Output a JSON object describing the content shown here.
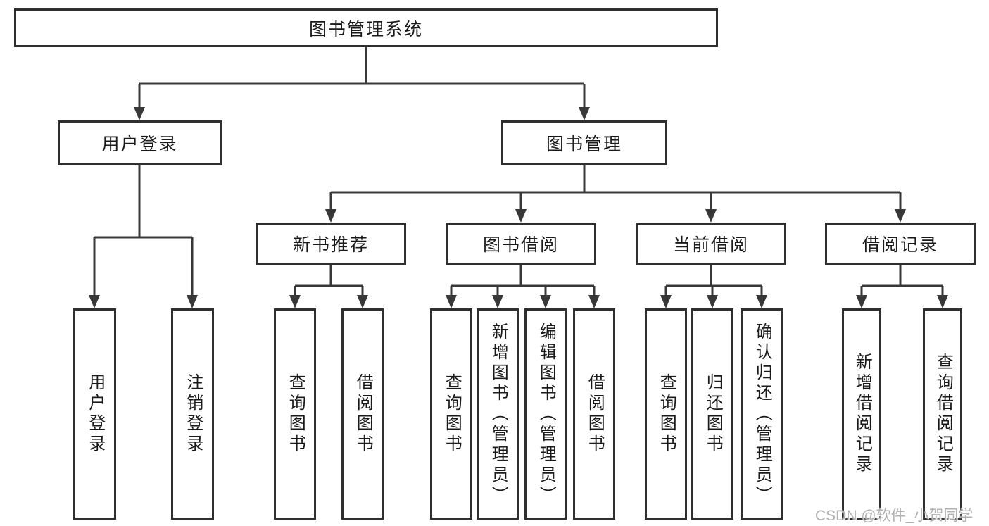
{
  "tree": {
    "root": "图书管理系统",
    "branches": {
      "user_login": "用户登录",
      "book_management": "图书管理"
    },
    "modules": {
      "new_book": "新书推荐",
      "borrow": "图书借阅",
      "current": "当前借阅",
      "records": "借阅记录"
    },
    "leaves": {
      "user_login": [
        "用户登录",
        "注销登录"
      ],
      "new_book": [
        "查询图书",
        "借阅图书"
      ],
      "borrow": [
        "查询图书",
        "新增图书（管理员）",
        "编辑图书（管理员）",
        "借阅图书"
      ],
      "current": [
        "查询图书",
        "归还图书",
        "确认归还（管理员）"
      ],
      "records": [
        "新增借阅记录",
        "查询借阅记录"
      ]
    }
  },
  "watermark": {
    "text": "CSDN @软件_小贺同学"
  },
  "colors": {
    "line": "#383838",
    "box_border": "#2f2f2f",
    "box_fill": "#ffffff",
    "text": "#1a1a1a",
    "watermark": "#b0b0b0",
    "background": "#ffffff"
  }
}
